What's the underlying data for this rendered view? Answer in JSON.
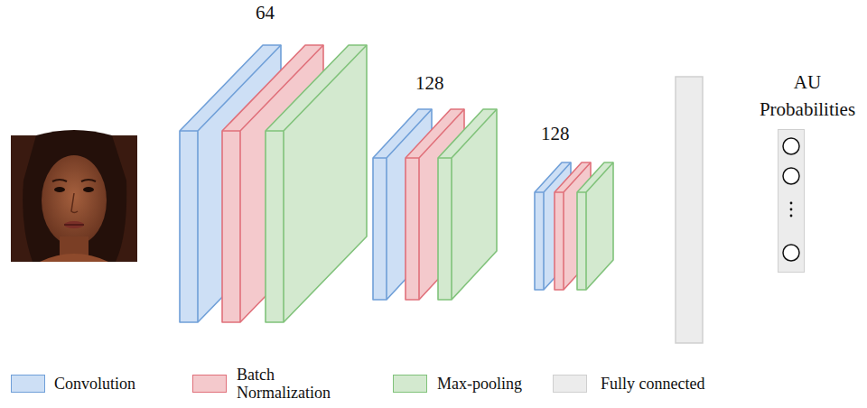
{
  "diagram": {
    "nodes": [
      {
        "text": [
          "AU Probabilities"
        ]
      }
    ],
    "labels": [
      "64",
      "128",
      "128"
    ],
    "legend": [
      {
        "text": "Convolution",
        "color": "#cddff5"
      },
      {
        "text": "Batch Normalization",
        "color": "#f4c9cc"
      },
      {
        "text": "Max-pooling",
        "color": "#d3e9cf"
      },
      {
        "text": "Fully connected",
        "color": "#ececec"
      }
    ]
  }
}
